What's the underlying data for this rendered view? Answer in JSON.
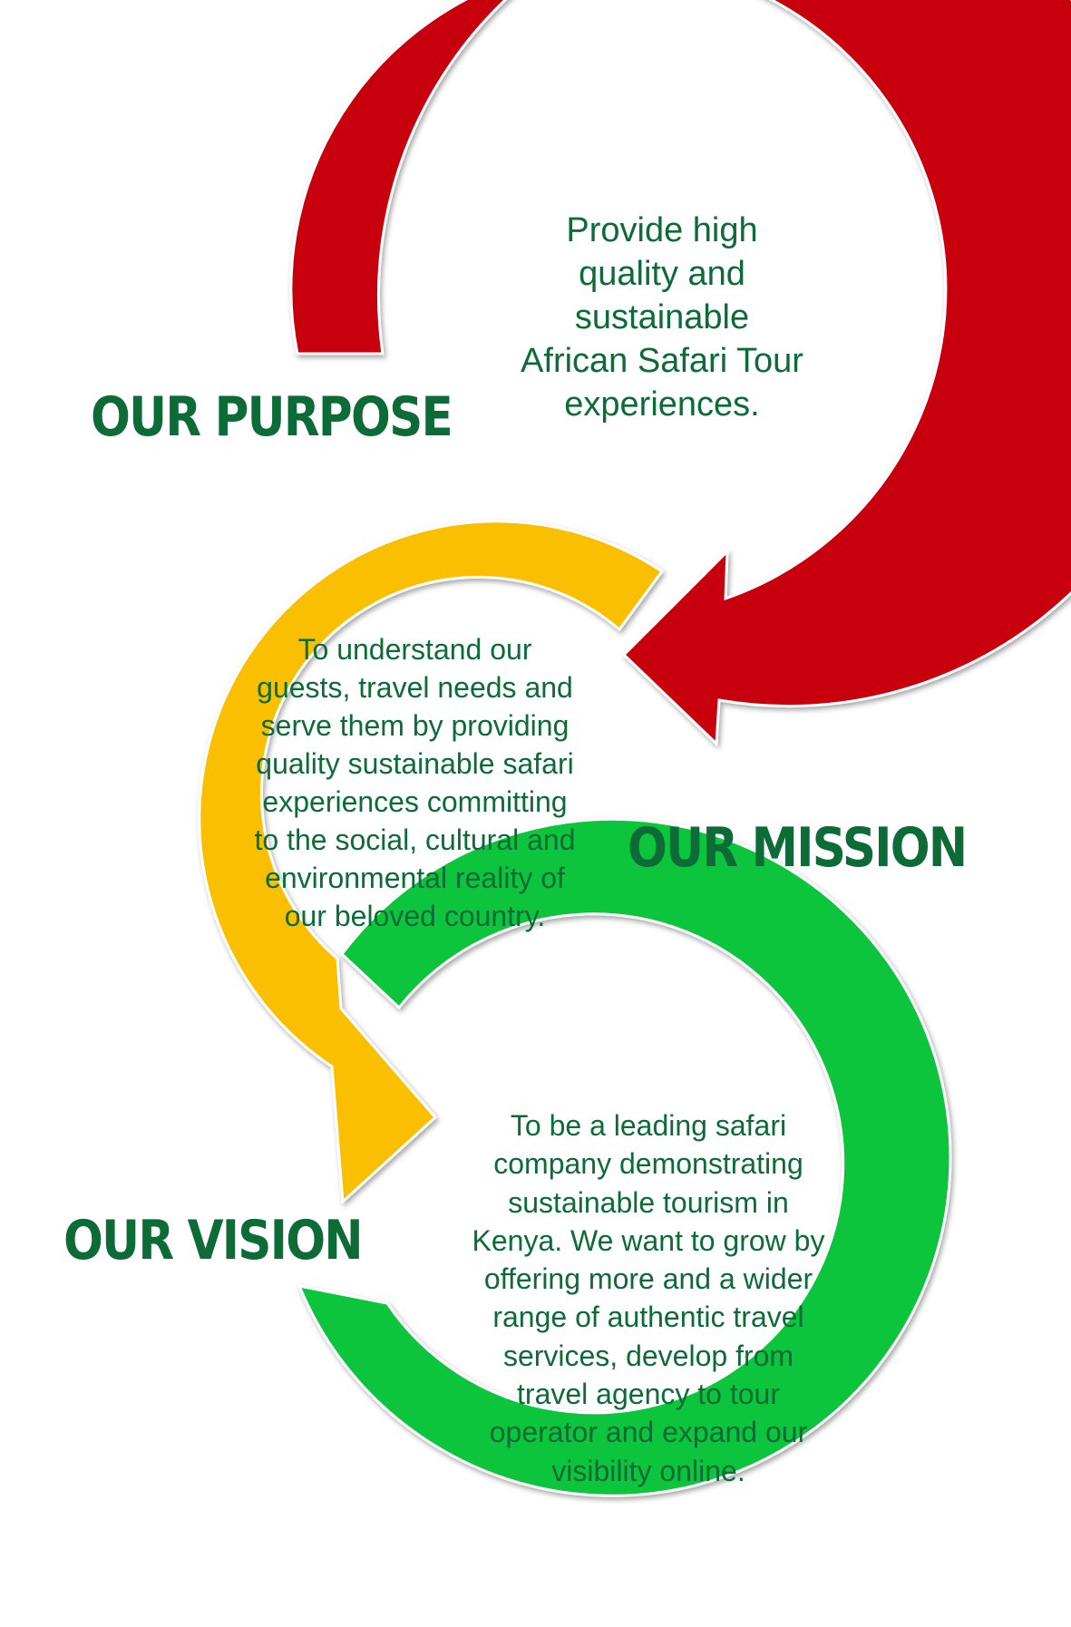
{
  "colors": {
    "text": "#0c6b36",
    "red_arrow": "#c8000a",
    "yellow_arrow": "#f9bf00",
    "green_arrow": "#0ec43e"
  },
  "sections": {
    "purpose": {
      "heading": "OUR PURPOSE",
      "text": "Provide high\nquality and\nsustainable\nAfrican Safari Tour\nexperiences."
    },
    "mission": {
      "heading": "OUR MISSION",
      "text": "To understand our\nguests, travel needs and\nserve them by providing\nquality sustainable safari\nexperiences committing\nto the social, cultural and\nenvironmental reality of\nour beloved country."
    },
    "vision": {
      "heading": "OUR VISION",
      "text": "To be a leading safari\ncompany demonstrating\nsustainable tourism in\nKenya. We want to grow by\noffering more and a wider\nrange of authentic travel\nservices, develop from\ntravel agency to tour\noperator and expand our\nvisibility online."
    }
  }
}
